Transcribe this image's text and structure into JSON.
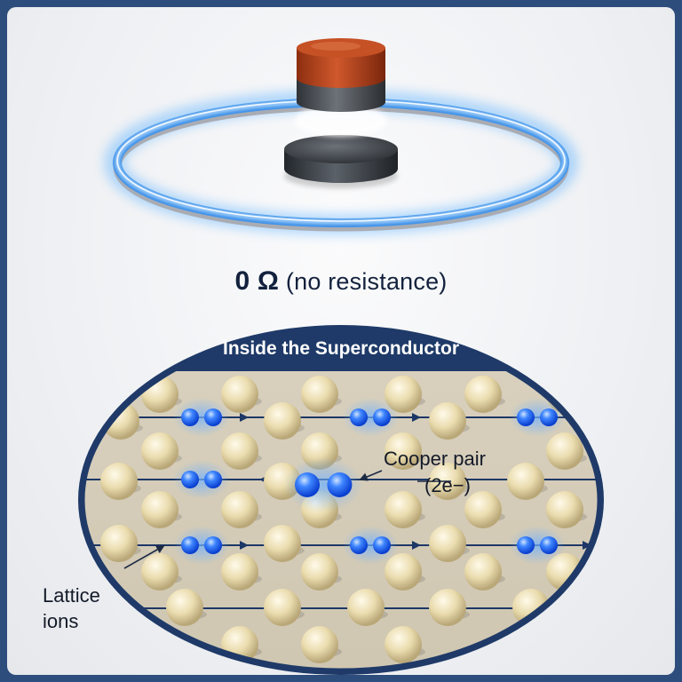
{
  "resistance_label": {
    "value": "0 Ω",
    "text": "(no resistance)"
  },
  "panel": {
    "title": "Inside the Superconductor"
  },
  "annotations": {
    "cooper_pair_line1": "Cooper pair",
    "cooper_pair_line2": "(2e−)",
    "lattice_line1": "Lattice",
    "lattice_line2": "ions"
  },
  "colors": {
    "frame_border": "#2d4d7c",
    "panel_navy": "#1f3a68",
    "ring_glow": "#4aa8ff",
    "magnet_top": "#c1461d",
    "ion": "#efe2b6",
    "electron": "#1f6bff"
  }
}
